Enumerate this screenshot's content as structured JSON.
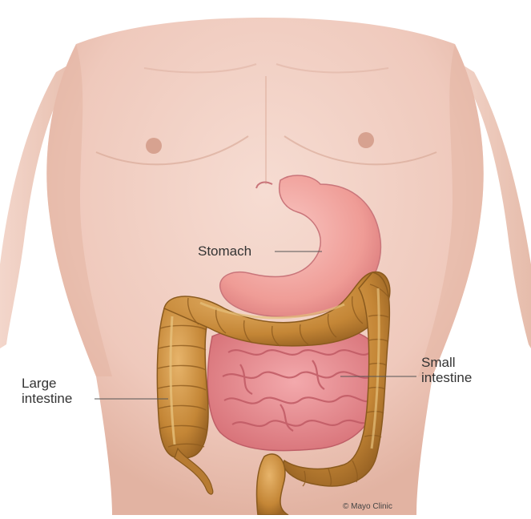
{
  "labels": {
    "stomach": "Stomach",
    "large_intestine_line1": "Large",
    "large_intestine_line2": "intestine",
    "small_intestine_line1": "Small",
    "small_intestine_line2": "intestine"
  },
  "credit": "© Mayo Clinic",
  "colors": {
    "skin": "#efc9bc",
    "skin_shadow": "#dca895",
    "stomach": "#f2a6a0",
    "small_intestine": "#e98f94",
    "large_intestine": "#c98d3c",
    "leader_line": "#555555"
  }
}
